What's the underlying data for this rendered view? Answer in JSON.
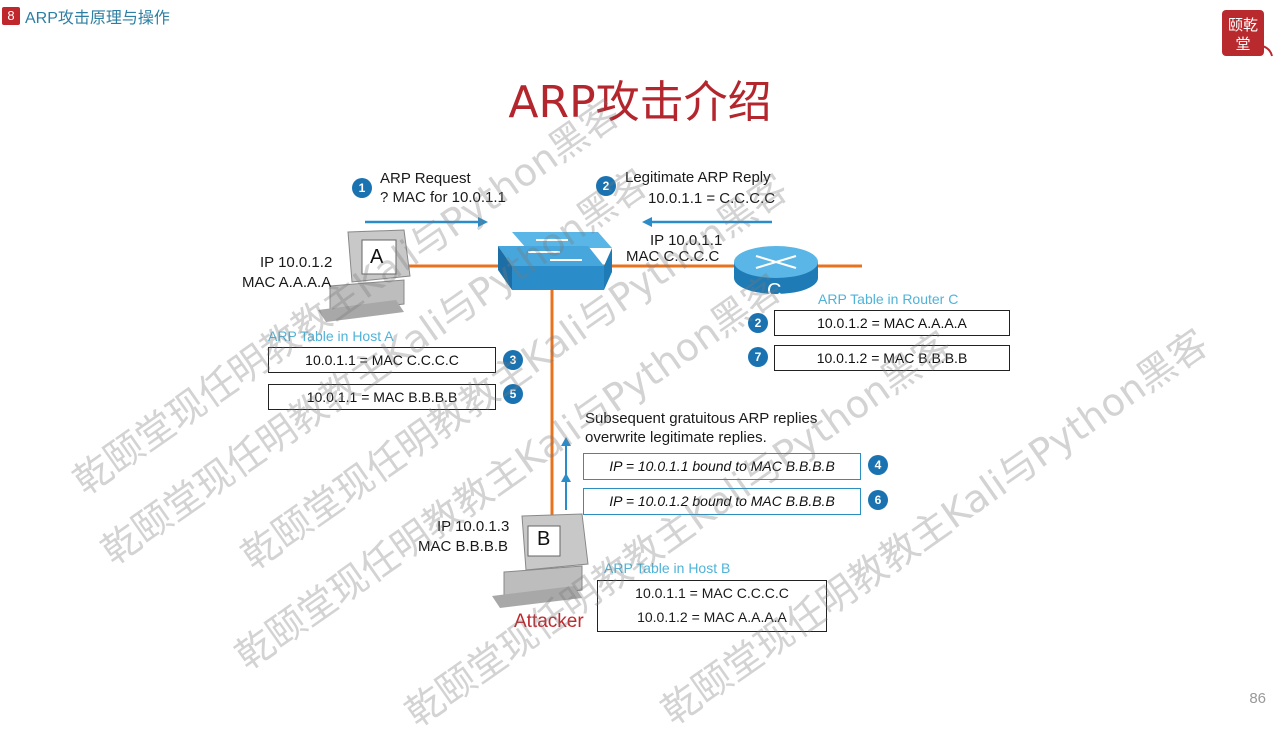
{
  "header": {
    "badge": "8",
    "breadcrumb": "ARP攻击原理与操作"
  },
  "title": "ARP攻击介绍",
  "page_number": "86",
  "logo": {
    "text": "颐乾堂"
  },
  "watermark": "乾颐堂现任明教教主Kali与Python黑客",
  "steps": {
    "s1": {
      "num": "1",
      "line1": "ARP Request",
      "line2": "? MAC for 10.0.1.1"
    },
    "s2": {
      "num": "2",
      "line1": "Legitimate ARP Reply",
      "line2": "10.0.1.1 = C.C.C.C"
    }
  },
  "host_a": {
    "letter": "A",
    "ip": "IP 10.0.1.2",
    "mac": "MAC A.A.A.A"
  },
  "router_c": {
    "letter": "C",
    "ip": "IP 10.0.1.1",
    "mac": "MAC C.C.C.C"
  },
  "host_b": {
    "letter": "B",
    "ip": "IP 10.0.1.3",
    "mac": "MAC B.B.B.B",
    "role": "Attacker"
  },
  "table_a": {
    "title": "ARP Table in Host A",
    "rows": [
      {
        "text": "10.0.1.1 = MAC C.C.C.C",
        "step": "3"
      },
      {
        "text": "10.0.1.1 = MAC B.B.B.B",
        "step": "5"
      }
    ]
  },
  "table_c": {
    "title": "ARP Table in Router C",
    "rows": [
      {
        "text": "10.0.1.2 = MAC A.A.A.A",
        "step": "2"
      },
      {
        "text": "10.0.1.2 = MAC B.B.B.B",
        "step": "7"
      }
    ]
  },
  "table_b": {
    "title": "ARP Table in Host B",
    "rows": [
      "10.0.1.1 = MAC C.C.C.C",
      "10.0.1.2 = MAC A.A.A.A"
    ]
  },
  "gratuitous": {
    "line1": "Subsequent gratuitous ARP replies",
    "line2": "overwrite legitimate replies.",
    "rows": [
      {
        "text": "IP = 10.0.1.1 bound to MAC B.B.B.B",
        "step": "4"
      },
      {
        "text": "IP = 10.0.1.2 bound to MAC B.B.B.B",
        "step": "6"
      }
    ]
  },
  "colors": {
    "title": "#b4262d",
    "link": "#e8731e",
    "device": "#2a8cc8",
    "step": "#1a73b0",
    "table_title": "#4fb3d9"
  }
}
